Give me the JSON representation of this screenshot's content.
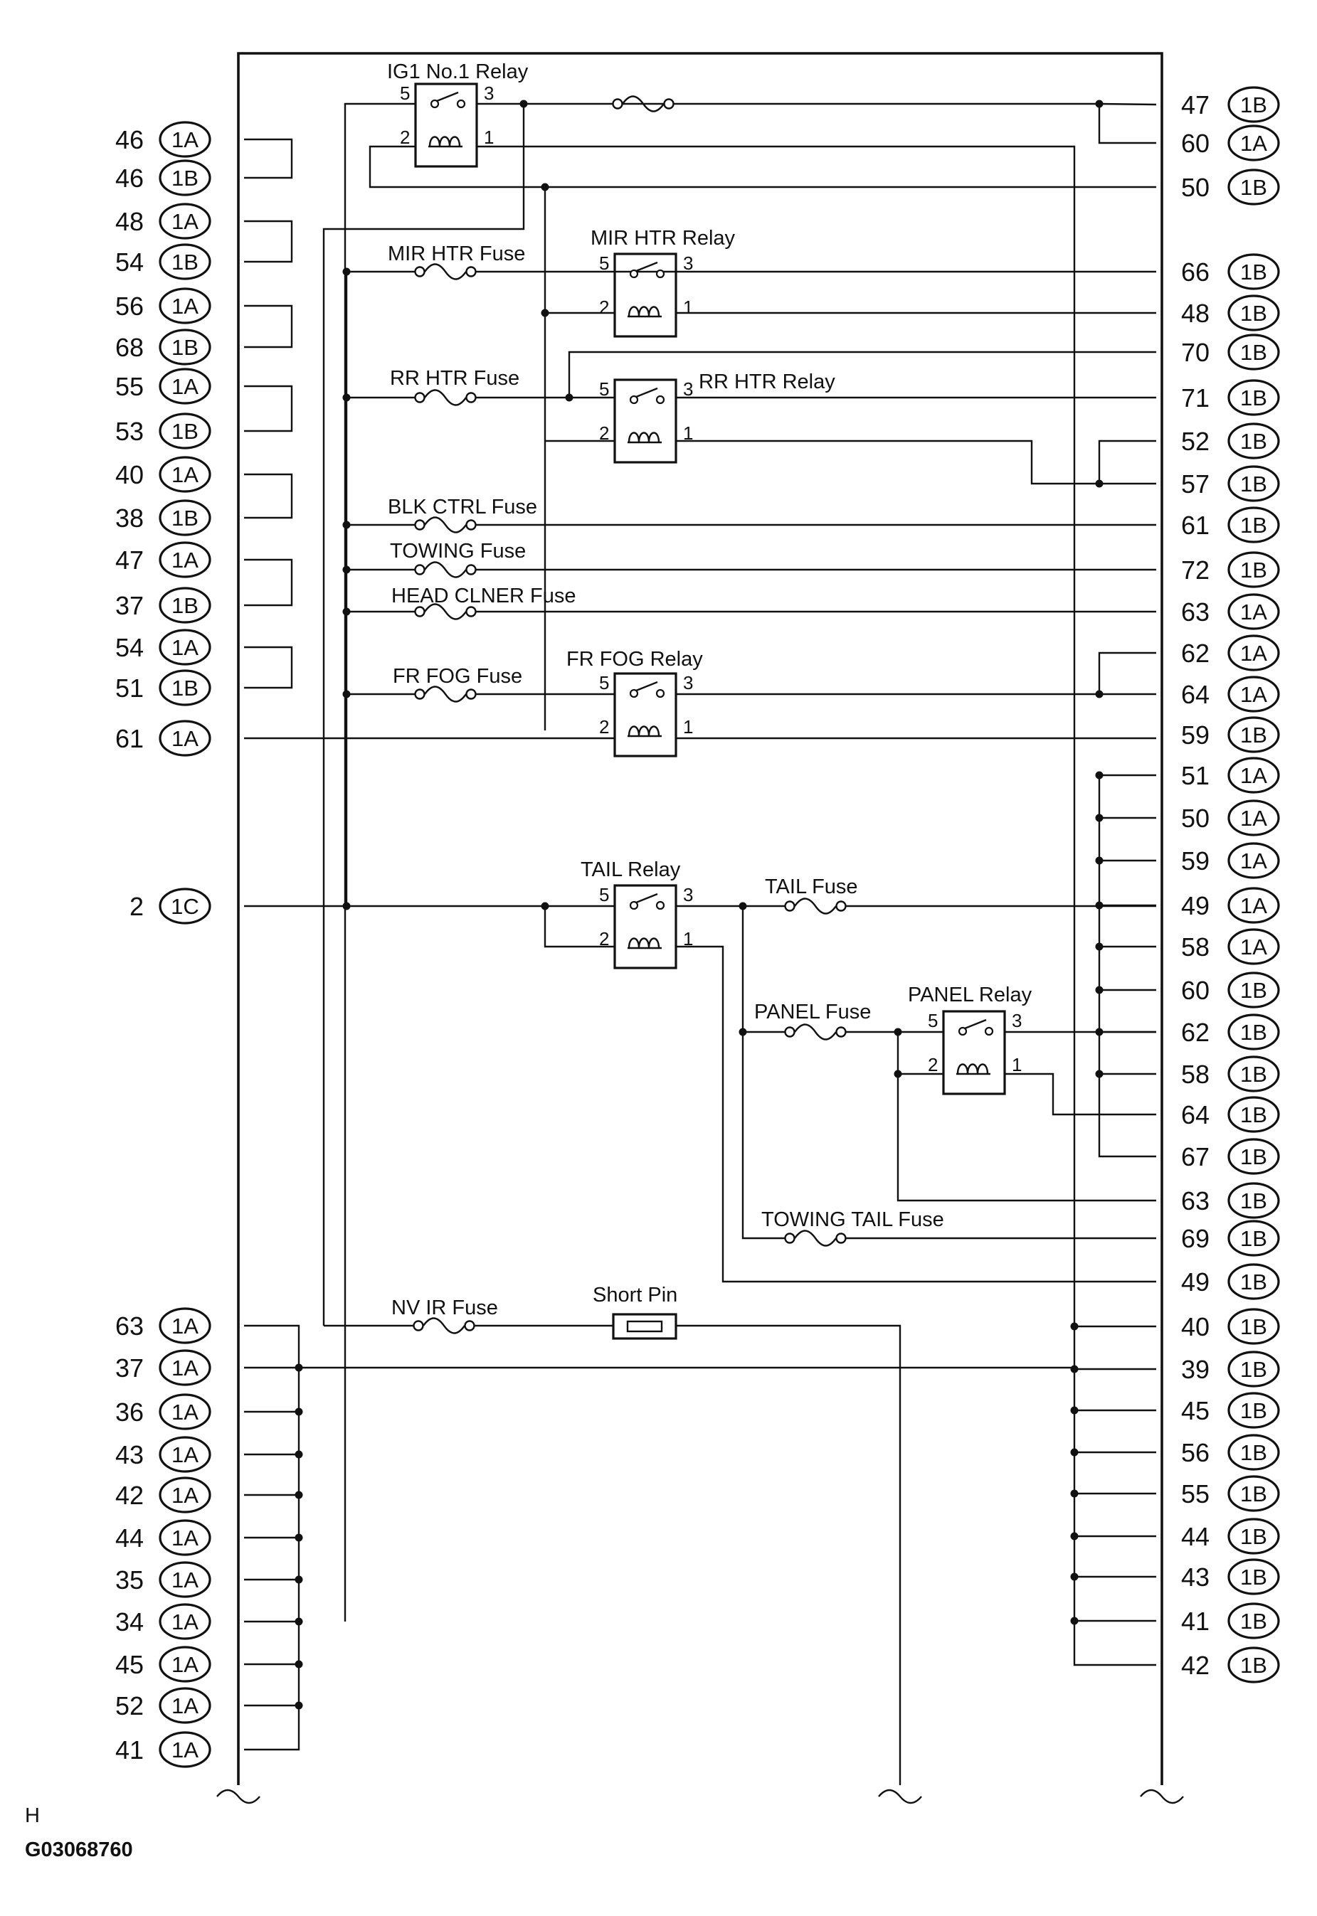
{
  "diagram": {
    "page_mark": "H",
    "figure_id": "G03068760",
    "short_pin_label": "Short Pin",
    "relays": [
      {
        "key": "ig1",
        "label": "IG1 No.1 Relay",
        "pins": [
          "5",
          "3",
          "2",
          "1"
        ]
      },
      {
        "key": "mirhtr",
        "label": "MIR HTR Relay",
        "pins": [
          "5",
          "3",
          "2",
          "1"
        ]
      },
      {
        "key": "rrhtr",
        "label": "RR HTR Relay",
        "pins": [
          "5",
          "3",
          "2",
          "1"
        ]
      },
      {
        "key": "frfog",
        "label": "FR FOG Relay",
        "pins": [
          "5",
          "3",
          "2",
          "1"
        ]
      },
      {
        "key": "tail",
        "label": "TAIL Relay",
        "pins": [
          "5",
          "3",
          "2",
          "1"
        ]
      },
      {
        "key": "panel",
        "label": "PANEL Relay",
        "pins": [
          "5",
          "3",
          "2",
          "1"
        ]
      }
    ],
    "fuses": [
      {
        "key": "mirhtr",
        "label": "MIR HTR Fuse"
      },
      {
        "key": "rrhtr",
        "label": "RR HTR Fuse"
      },
      {
        "key": "blkctrl",
        "label": "BLK CTRL Fuse"
      },
      {
        "key": "towing",
        "label": "TOWING Fuse"
      },
      {
        "key": "headclner",
        "label": "HEAD CLNER Fuse"
      },
      {
        "key": "frfog",
        "label": "FR FOG Fuse"
      },
      {
        "key": "tail",
        "label": "TAIL Fuse"
      },
      {
        "key": "panel",
        "label": "PANEL Fuse"
      },
      {
        "key": "towingtail",
        "label": "TOWING TAIL Fuse"
      },
      {
        "key": "nvir",
        "label": "NV IR Fuse"
      }
    ],
    "left_terminals": [
      {
        "pin": "46",
        "conn": "1A"
      },
      {
        "pin": "46",
        "conn": "1B"
      },
      {
        "pin": "48",
        "conn": "1A"
      },
      {
        "pin": "54",
        "conn": "1B"
      },
      {
        "pin": "56",
        "conn": "1A"
      },
      {
        "pin": "68",
        "conn": "1B"
      },
      {
        "pin": "55",
        "conn": "1A"
      },
      {
        "pin": "53",
        "conn": "1B"
      },
      {
        "pin": "40",
        "conn": "1A"
      },
      {
        "pin": "38",
        "conn": "1B"
      },
      {
        "pin": "47",
        "conn": "1A"
      },
      {
        "pin": "37",
        "conn": "1B"
      },
      {
        "pin": "54",
        "conn": "1A"
      },
      {
        "pin": "51",
        "conn": "1B"
      },
      {
        "pin": "61",
        "conn": "1A"
      },
      {
        "pin": "2",
        "conn": "1C"
      },
      {
        "pin": "63",
        "conn": "1A"
      },
      {
        "pin": "37",
        "conn": "1A"
      },
      {
        "pin": "36",
        "conn": "1A"
      },
      {
        "pin": "43",
        "conn": "1A"
      },
      {
        "pin": "42",
        "conn": "1A"
      },
      {
        "pin": "44",
        "conn": "1A"
      },
      {
        "pin": "35",
        "conn": "1A"
      },
      {
        "pin": "34",
        "conn": "1A"
      },
      {
        "pin": "45",
        "conn": "1A"
      },
      {
        "pin": "52",
        "conn": "1A"
      },
      {
        "pin": "41",
        "conn": "1A"
      }
    ],
    "right_terminals": [
      {
        "pin": "47",
        "conn": "1B"
      },
      {
        "pin": "60",
        "conn": "1A"
      },
      {
        "pin": "50",
        "conn": "1B"
      },
      {
        "pin": "66",
        "conn": "1B"
      },
      {
        "pin": "48",
        "conn": "1B"
      },
      {
        "pin": "70",
        "conn": "1B"
      },
      {
        "pin": "71",
        "conn": "1B"
      },
      {
        "pin": "52",
        "conn": "1B"
      },
      {
        "pin": "57",
        "conn": "1B"
      },
      {
        "pin": "61",
        "conn": "1B"
      },
      {
        "pin": "72",
        "conn": "1B"
      },
      {
        "pin": "63",
        "conn": "1A"
      },
      {
        "pin": "62",
        "conn": "1A"
      },
      {
        "pin": "64",
        "conn": "1A"
      },
      {
        "pin": "59",
        "conn": "1B"
      },
      {
        "pin": "51",
        "conn": "1A"
      },
      {
        "pin": "50",
        "conn": "1A"
      },
      {
        "pin": "59",
        "conn": "1A"
      },
      {
        "pin": "49",
        "conn": "1A"
      },
      {
        "pin": "58",
        "conn": "1A"
      },
      {
        "pin": "60",
        "conn": "1B"
      },
      {
        "pin": "62",
        "conn": "1B"
      },
      {
        "pin": "58",
        "conn": "1B"
      },
      {
        "pin": "64",
        "conn": "1B"
      },
      {
        "pin": "67",
        "conn": "1B"
      },
      {
        "pin": "63",
        "conn": "1B"
      },
      {
        "pin": "69",
        "conn": "1B"
      },
      {
        "pin": "49",
        "conn": "1B"
      },
      {
        "pin": "40",
        "conn": "1B"
      },
      {
        "pin": "39",
        "conn": "1B"
      },
      {
        "pin": "45",
        "conn": "1B"
      },
      {
        "pin": "56",
        "conn": "1B"
      },
      {
        "pin": "55",
        "conn": "1B"
      },
      {
        "pin": "44",
        "conn": "1B"
      },
      {
        "pin": "43",
        "conn": "1B"
      },
      {
        "pin": "41",
        "conn": "1B"
      },
      {
        "pin": "42",
        "conn": "1B"
      }
    ]
  }
}
